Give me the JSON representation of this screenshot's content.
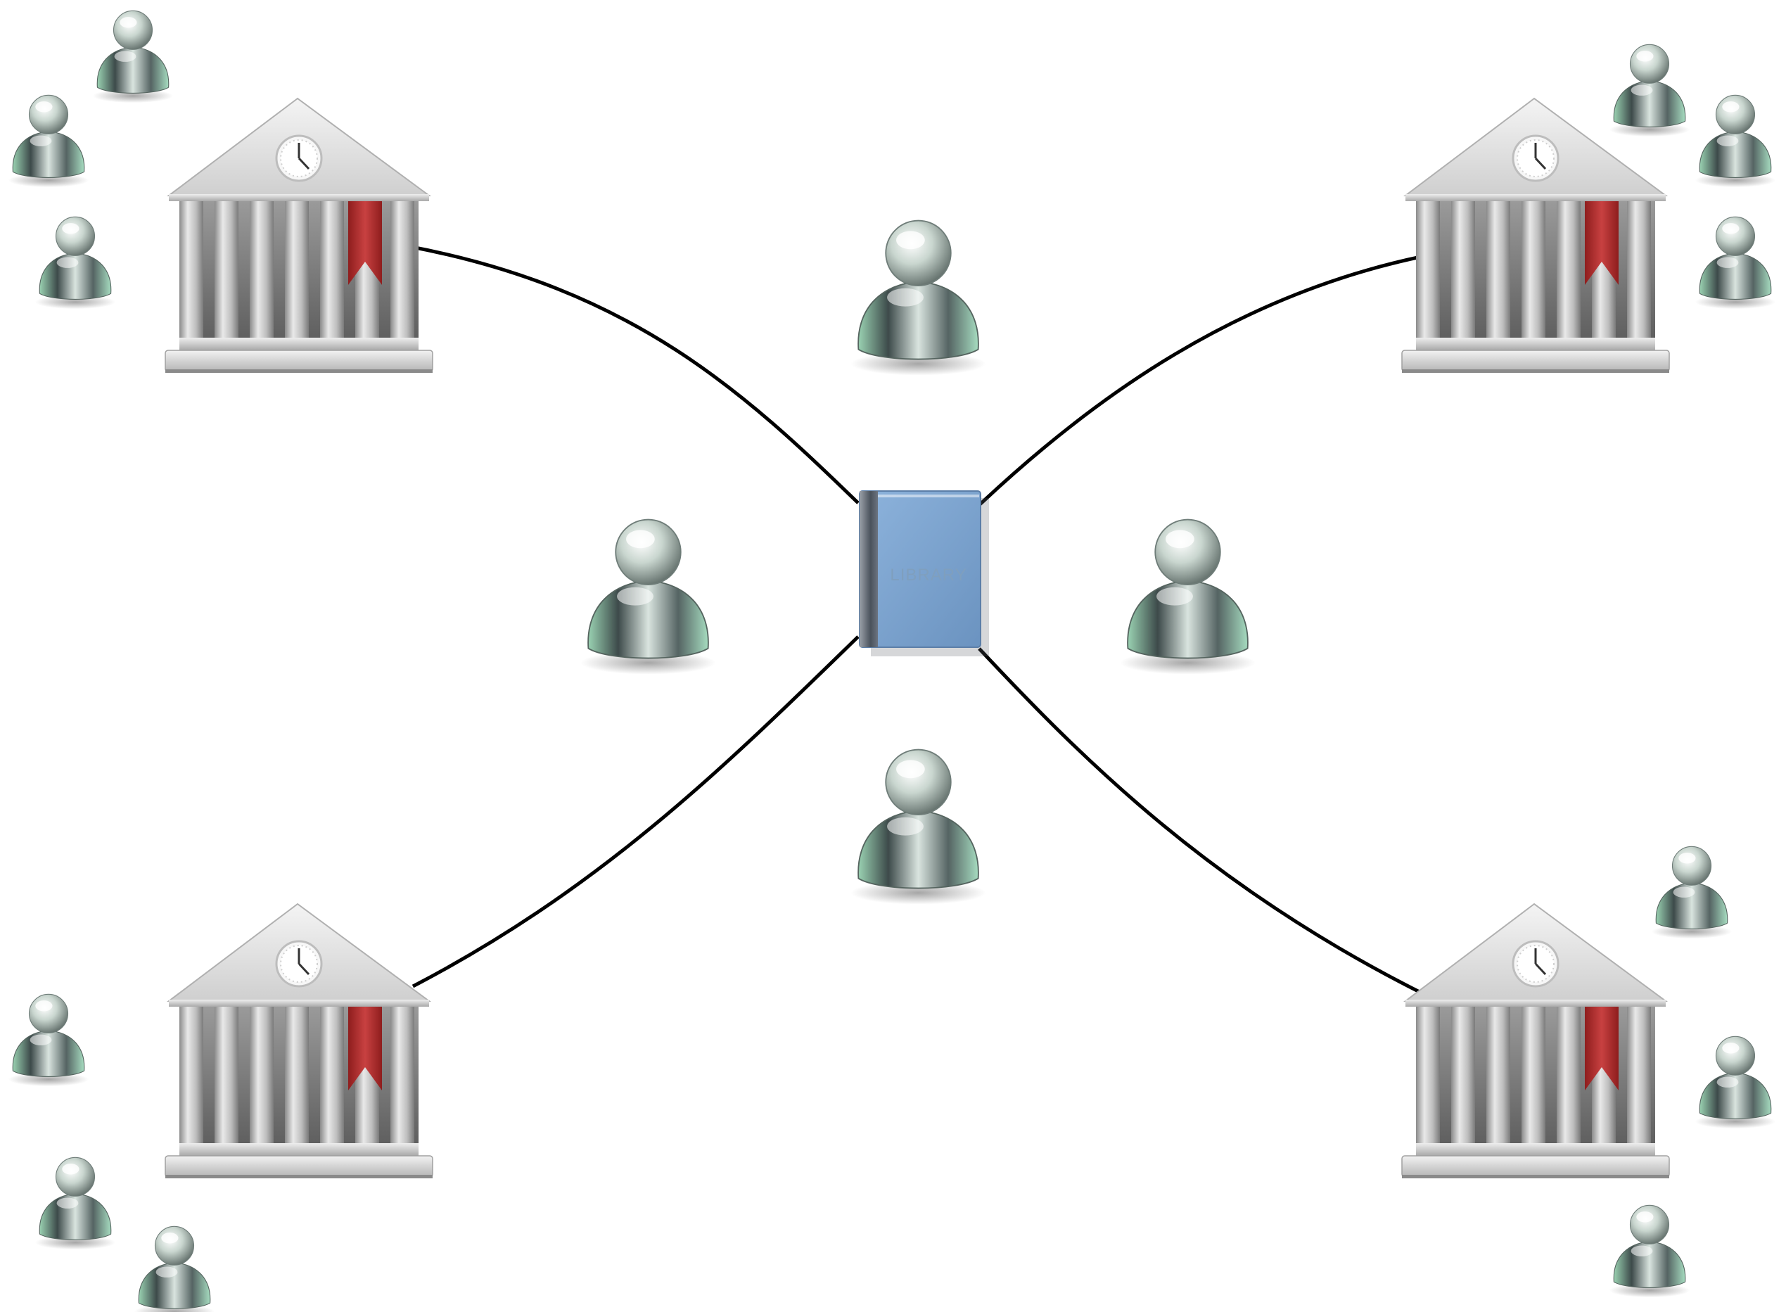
{
  "diagram": {
    "hub": {
      "label": "LIBRARY",
      "icon": "book-icon",
      "cover_color": "#7ea6d3",
      "spine_color": "#5c6470"
    },
    "nodes": [
      {
        "id": "library-top-left",
        "icon": "library-building-icon",
        "patrons": 3
      },
      {
        "id": "library-top-right",
        "icon": "library-building-icon",
        "patrons": 3
      },
      {
        "id": "library-bottom-left",
        "icon": "library-building-icon",
        "patrons": 3
      },
      {
        "id": "library-bottom-right",
        "icon": "library-building-icon",
        "patrons": 3
      }
    ],
    "central_users": 4,
    "edges": [
      {
        "from": "library-top-left",
        "to": "hub"
      },
      {
        "from": "library-top-right",
        "to": "hub"
      },
      {
        "from": "library-bottom-left",
        "to": "hub"
      },
      {
        "from": "library-bottom-right",
        "to": "hub"
      }
    ],
    "colors": {
      "edge": "#000000",
      "bookmark": "#b52b2b",
      "building": "#c8c8c8",
      "user_body": "#8fb5a8"
    }
  }
}
